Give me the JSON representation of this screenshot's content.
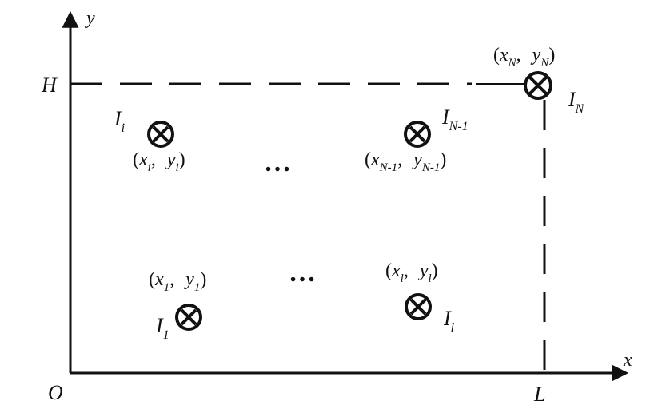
{
  "axes": {
    "x_label": "x",
    "y_label": "y",
    "origin_label": "O",
    "height_label": "H",
    "length_label": "L"
  },
  "sources": [
    {
      "id": "I_i",
      "name": "I",
      "name_sub": "i",
      "coord_x": "x",
      "coord_x_sub": "i",
      "coord_y": "y",
      "coord_y_sub": "i"
    },
    {
      "id": "I_N-1",
      "name": "I",
      "name_sub": "N-1",
      "coord_x": "x",
      "coord_x_sub": "N-1",
      "coord_y": "y",
      "coord_y_sub": "N-1"
    },
    {
      "id": "I_N",
      "name": "I",
      "name_sub": "N",
      "coord_x": "x",
      "coord_x_sub": "N",
      "coord_y": "y",
      "coord_y_sub": "N"
    },
    {
      "id": "I_1",
      "name": "I",
      "name_sub": "1",
      "coord_x": "x",
      "coord_x_sub": "1",
      "coord_y": "y",
      "coord_y_sub": "1"
    },
    {
      "id": "I_l",
      "name": "I",
      "name_sub": "l",
      "coord_x": "x",
      "coord_x_sub": "l",
      "coord_y": "y",
      "coord_y_sub": "l"
    }
  ],
  "ellipsis": "…",
  "punct": {
    "open": "(",
    "comma": ",",
    "close": ")"
  }
}
